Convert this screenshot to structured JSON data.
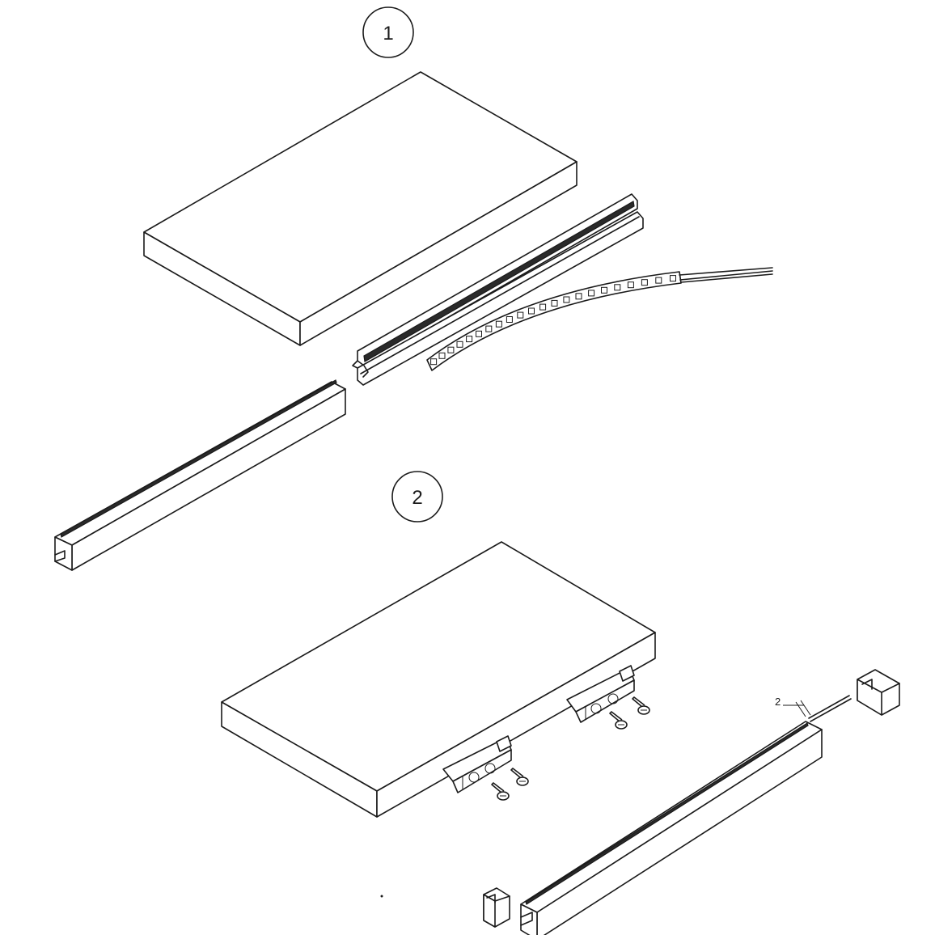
{
  "steps": [
    {
      "label": "1"
    },
    {
      "label": "2"
    }
  ],
  "dimension": {
    "label": "2"
  },
  "colors": {
    "line": "#1a1a1a",
    "background": "#ffffff"
  }
}
